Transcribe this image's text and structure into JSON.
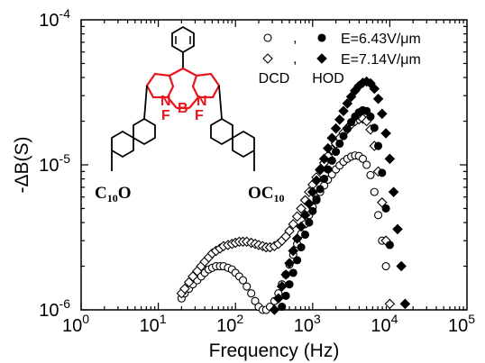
{
  "chart_data": {
    "type": "scatter",
    "xlabel": "Frequency (Hz)",
    "ylabel": "-ΔB(S)",
    "xscale": "log",
    "yscale": "log",
    "xlim": [
      1,
      100000
    ],
    "ylim": [
      1e-06,
      0.0001
    ],
    "x_ticks": [
      {
        "value": 1,
        "base": "10",
        "exp": "0"
      },
      {
        "value": 10,
        "base": "10",
        "exp": "1"
      },
      {
        "value": 100,
        "base": "10",
        "exp": "2"
      },
      {
        "value": 1000,
        "base": "10",
        "exp": "3"
      },
      {
        "value": 10000,
        "base": "10",
        "exp": "4"
      },
      {
        "value": 100000,
        "base": "10",
        "exp": "5"
      }
    ],
    "y_ticks": [
      {
        "value": 1e-06,
        "base": "10",
        "exp": "-6"
      },
      {
        "value": 1e-05,
        "base": "10",
        "exp": "-5"
      },
      {
        "value": 0.0001,
        "base": "10",
        "exp": "-4"
      }
    ],
    "grid": false,
    "legend": {
      "placement": "top-right",
      "rows": [
        {
          "left_marker": "circle-open",
          "separator": ",",
          "right_marker": "circle-filled",
          "label": "E=6.43V/μm"
        },
        {
          "left_marker": "diamond-open",
          "separator": ",",
          "right_marker": "diamond-filled",
          "label": "E=7.14V/μm"
        }
      ],
      "column_labels": [
        "DCD",
        "HOD"
      ]
    },
    "inset_structure": {
      "labels": [
        "N",
        "B",
        "N",
        "F",
        "F",
        "C10O",
        "OC10"
      ],
      "core_color": "#e8141c"
    },
    "series": [
      {
        "marker": "circle-open",
        "x": [
          20,
          22,
          25,
          28,
          32,
          36,
          40,
          45,
          50,
          56,
          63,
          70,
          80,
          90,
          100,
          112,
          125,
          140,
          160,
          180,
          200,
          225,
          250,
          280,
          320,
          360,
          400,
          450,
          500,
          560,
          630,
          710,
          800,
          900,
          1000,
          1120,
          1250,
          1410,
          1580,
          1780,
          2000,
          2240,
          2510,
          2820,
          3160,
          3550,
          3980,
          4470,
          5010,
          5620,
          6310,
          7080,
          7940,
          8910
        ],
        "y": [
          1.2e-06,
          1.3e-06,
          1.4e-06,
          1.5e-06,
          1.6e-06,
          1.7e-06,
          1.8e-06,
          1.9e-06,
          1.95e-06,
          2e-06,
          2e-06,
          2e-06,
          1.95e-06,
          1.9e-06,
          1.8e-06,
          1.7e-06,
          1.6e-06,
          1.45e-06,
          1.3e-06,
          1.15e-06,
          1.05e-06,
          1e-06,
          1e-06,
          1.05e-06,
          1.15e-06,
          1.3e-06,
          1.5e-06,
          1.75e-06,
          2.05e-06,
          2.4e-06,
          2.85e-06,
          3.35e-06,
          3.9e-06,
          4.5e-06,
          5.1e-06,
          5.8e-06,
          6.5e-06,
          7.2e-06,
          7.9e-06,
          8.6e-06,
          9.3e-06,
          9.9e-06,
          1.05e-05,
          1.1e-05,
          1.14e-05,
          1.16e-05,
          1.15e-05,
          1.1e-05,
          1e-05,
          8.5e-06,
          6.5e-06,
          4.5e-06,
          3e-06,
          2e-06
        ]
      },
      {
        "marker": "diamond-open",
        "x": [
          20,
          22,
          25,
          28,
          32,
          36,
          40,
          45,
          50,
          56,
          63,
          70,
          80,
          90,
          100,
          112,
          125,
          140,
          160,
          180,
          200,
          225,
          250,
          280,
          320,
          360,
          400,
          450,
          500,
          560,
          630,
          710,
          800,
          900,
          1000,
          1120,
          1250,
          1410,
          1580,
          1780,
          2000,
          2240,
          2510,
          2820,
          3160,
          3550,
          3980,
          4470,
          5010,
          5620,
          6310,
          7080,
          7940,
          8910,
          10000
        ],
        "y": [
          1.3e-06,
          1.4e-06,
          1.55e-06,
          1.7e-06,
          1.85e-06,
          2e-06,
          2.15e-06,
          2.3e-06,
          2.45e-06,
          2.55e-06,
          2.65e-06,
          2.75e-06,
          2.8e-06,
          2.85e-06,
          2.9e-06,
          2.95e-06,
          2.95e-06,
          2.95e-06,
          2.9e-06,
          2.85e-06,
          2.8e-06,
          2.75e-06,
          2.7e-06,
          2.7e-06,
          2.75e-06,
          2.85e-06,
          3e-06,
          3.2e-06,
          3.5e-06,
          3.9e-06,
          4.4e-06,
          5e-06,
          5.7e-06,
          6.5e-06,
          7.3e-06,
          8.2e-06,
          9.2e-06,
          1.03e-05,
          1.15e-05,
          1.27e-05,
          1.4e-05,
          1.53e-05,
          1.66e-05,
          1.79e-05,
          1.9e-05,
          2e-05,
          2.06e-05,
          2.08e-05,
          2e-05,
          1.75e-05,
          1.35e-05,
          9e-06,
          5.5e-06,
          3e-06,
          1.1e-06
        ]
      },
      {
        "marker": "circle-filled",
        "x": [
          400,
          450,
          500,
          560,
          630,
          710,
          800,
          900,
          1000,
          1120,
          1250,
          1410,
          1580,
          1780,
          2000,
          2240,
          2510,
          2820,
          3160,
          3550,
          3980,
          4470,
          5010,
          5620,
          6310,
          7080,
          7940,
          8910,
          10000
        ],
        "y": [
          1.05e-06,
          1.25e-06,
          1.5e-06,
          1.8e-06,
          2.2e-06,
          2.7e-06,
          3.3e-06,
          4e-06,
          4.8e-06,
          5.7e-06,
          6.8e-06,
          8e-06,
          9.3e-06,
          1.07e-05,
          1.23e-05,
          1.4e-05,
          1.58e-05,
          1.77e-05,
          1.97e-05,
          2.15e-05,
          2.3e-05,
          2.38e-05,
          2.35e-05,
          2.15e-05,
          1.8e-05,
          1.35e-05,
          8.8e-06,
          5e-06,
          2.8e-06
        ]
      },
      {
        "marker": "diamond-filled",
        "x": [
          320,
          360,
          400,
          450,
          500,
          560,
          630,
          710,
          800,
          900,
          1000,
          1120,
          1250,
          1410,
          1580,
          1780,
          2000,
          2240,
          2510,
          2820,
          3160,
          3550,
          3980,
          4470,
          5010,
          5620,
          6310,
          7080,
          7940,
          8910,
          10000,
          11200,
          12600,
          14100,
          15800
        ],
        "y": [
          1e-06,
          1.2e-06,
          1.45e-06,
          1.75e-06,
          2.1e-06,
          2.55e-06,
          3.1e-06,
          3.75e-06,
          4.5e-06,
          5.4e-06,
          6.5e-06,
          7.8e-06,
          9.3e-06,
          1.1e-05,
          1.3e-05,
          1.53e-05,
          1.78e-05,
          2.05e-05,
          2.35e-05,
          2.65e-05,
          2.95e-05,
          3.25e-05,
          3.5e-05,
          3.68e-05,
          3.75e-05,
          3.65e-05,
          3.35e-05,
          2.85e-05,
          2.25e-05,
          1.65e-05,
          1.1e-05,
          6.5e-06,
          3.6e-06,
          2e-06,
          1.1e-06
        ]
      }
    ]
  }
}
